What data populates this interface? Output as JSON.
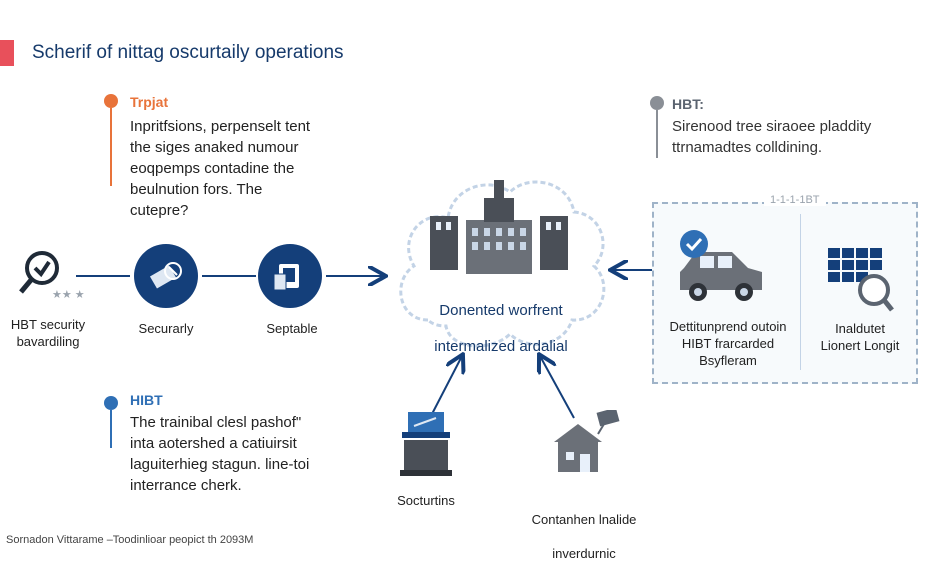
{
  "title": "Scherif of nittag oscurtaily operations",
  "footer": "Sornadon Vittarame –Toodinlioar peopict th 2093M",
  "colors": {
    "navy": "#143f7a",
    "orange": "#e8733a",
    "grey": "#8a8f96",
    "blue": "#2f6fb5",
    "red": "#e8505b"
  },
  "notes": {
    "top_left": {
      "heading": "Trpjat",
      "body": "Inpritfsions, perpenselt tent\nthe siges anaked numour\neoqpemps contadine the\nbeulnution fors. The\ncutepre?",
      "icon": "orange-dot-icon"
    },
    "top_right": {
      "heading": "HBT:",
      "body": "Sirenood tree siraoee pladdity\nttrnamadtes colldining.",
      "icon": "grey-dot-icon"
    },
    "bottom_left": {
      "heading": "HIBT",
      "body": "The trainibal clesl pashof\"\ninta aotershed a catiuirsit\nlaguiterhieg stagun. line-toi\ninterrance cherk.",
      "icon": "blue-dot-icon"
    }
  },
  "flow": {
    "source": {
      "label": "HBT security\nbavardiling",
      "icon": "magnifier-icon",
      "small": "★★ ★"
    },
    "step1": {
      "label": "Securarly",
      "icon": "satellite-icon"
    },
    "step2": {
      "label": "Septable",
      "icon": "devices-icon"
    }
  },
  "cloud": {
    "line1": "Donented worfrent",
    "line2": "intermalized ardalial",
    "icon": "city-building-icon"
  },
  "bottom": {
    "left": {
      "label": "Socturtins",
      "icon": "computer-terminal-icon"
    },
    "right": {
      "line1": "Contanhen lnalide",
      "line2": "inverdurnic",
      "icon": "house-icon"
    }
  },
  "panel": {
    "tag": "1-1-1-1BT",
    "car": {
      "label": "Dettitunprend outoin\nHIBT frarcarded\nBsyfleram",
      "icon": "car-check-icon"
    },
    "grid": {
      "label": "Inaldutet\nLionert Longit",
      "icon": "solar-grid-magnifier-icon"
    }
  }
}
